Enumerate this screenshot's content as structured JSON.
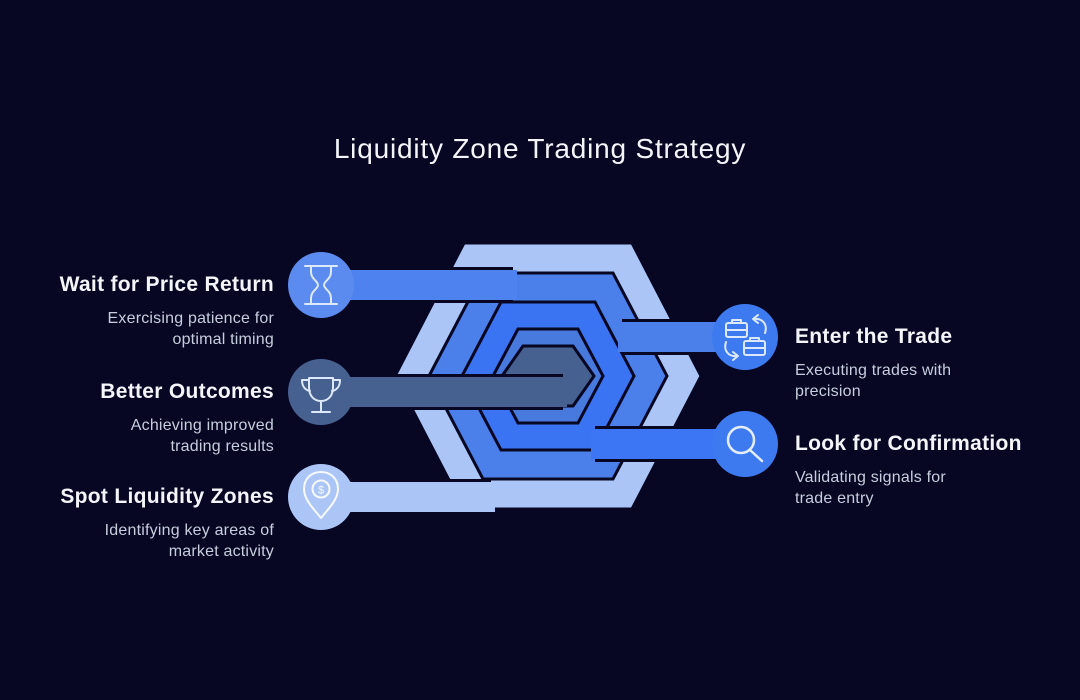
{
  "title": "Liquidity Zone Trading Strategy",
  "colors": {
    "background": "#070724",
    "title_text": "#f4f5f9",
    "subtext": "#c7cedd",
    "hex_outer": "#abc5f6",
    "hex_ring2": "#4b80ea",
    "hex_ring3": "#3b74f2",
    "hex_ring4": "#4879dd",
    "hex_core": "#46618f",
    "bar_wait": "#4e82ee",
    "bar_outcomes": "#46618f",
    "bar_spot": "#abc5f6",
    "bar_enter": "#4b80ea",
    "bar_confirm": "#3d76f4",
    "circle_wait": "#5b8bee",
    "circle_outcomes": "#46618f",
    "circle_spot": "#abc5f6",
    "circle_enter": "#3d7af0",
    "circle_confirm": "#3d7af0",
    "icon_stroke": "#d9e6fb"
  },
  "steps": [
    {
      "title": "Wait for Price Return",
      "description": "Exercising patience for\noptimal timing",
      "icon": "hourglass-icon",
      "side": "left"
    },
    {
      "title": "Better Outcomes",
      "description": "Achieving improved\ntrading results",
      "icon": "trophy-icon",
      "side": "left"
    },
    {
      "title": "Spot Liquidity Zones",
      "description": "Identifying key areas of\nmarket activity",
      "icon": "location-pin-dollar-icon",
      "icon_text": "$",
      "side": "left"
    },
    {
      "title": "Enter the Trade",
      "description": "Executing trades with\nprecision",
      "icon": "briefcase-swap-icon",
      "side": "right"
    },
    {
      "title": "Look for Confirmation",
      "description": "Validating signals for\ntrade entry",
      "icon": "magnifier-icon",
      "side": "right"
    }
  ]
}
